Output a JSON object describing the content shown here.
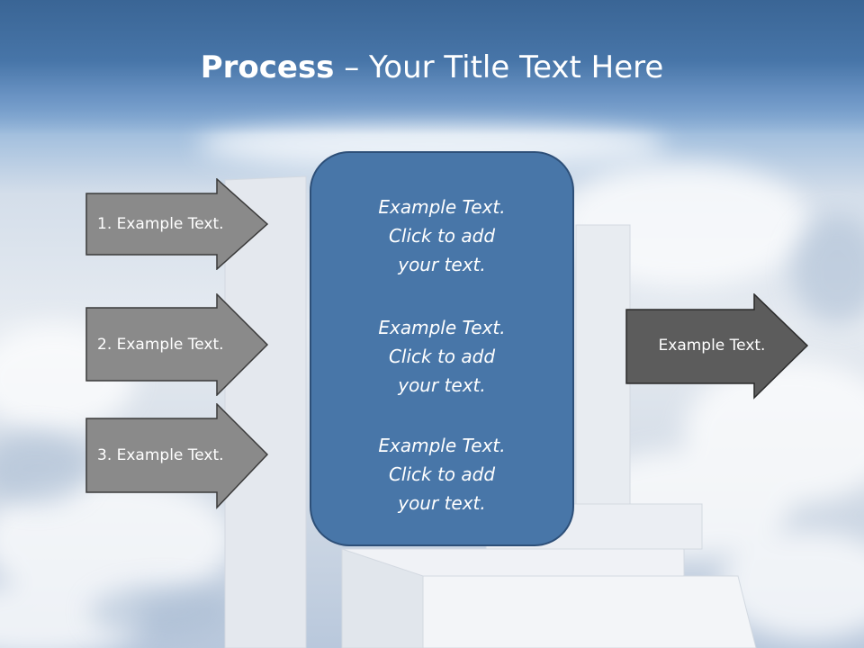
{
  "slide": {
    "title_bold": "Process",
    "title_rest": " – Your Title Text Here"
  },
  "left_arrows": [
    {
      "label": "1. Example Text."
    },
    {
      "label": "2. Example Text."
    },
    {
      "label": "3. Example Text."
    }
  ],
  "center_box": {
    "paragraphs": [
      {
        "line1": "Example Text.",
        "line2": "Click  to add",
        "line3": "your text."
      },
      {
        "line1": "Example Text.",
        "line2": "Click  to add",
        "line3": "your text."
      },
      {
        "line1": "Example Text.",
        "line2": "Click  to add",
        "line3": "your text."
      }
    ]
  },
  "right_arrow": {
    "label": "Example Text."
  },
  "colors": {
    "header": "#4775a8",
    "box_fill": "#4876a8",
    "left_arrow_fill": "#8a8a8a",
    "right_arrow_fill": "#5c5c5c"
  }
}
